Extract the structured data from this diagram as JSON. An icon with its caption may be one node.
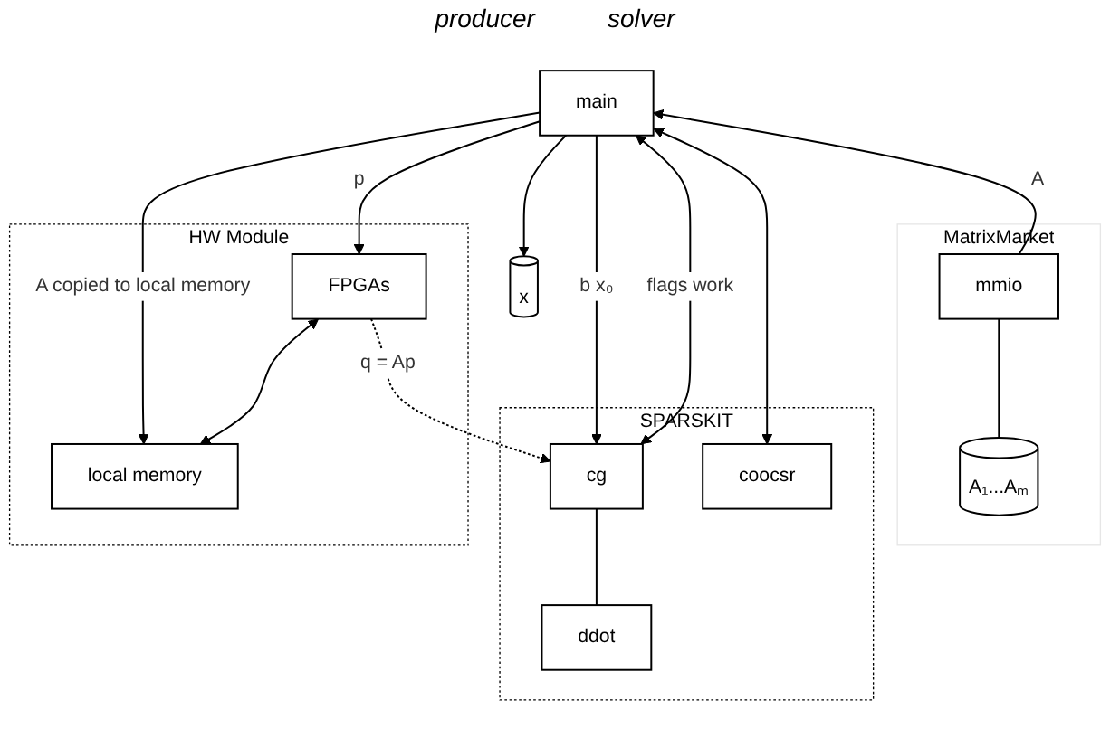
{
  "diagram": {
    "nodes": [
      {
        "text": [
          "main"
        ]
      },
      {
        "text": [
          "x"
        ]
      },
      {
        "text": [
          "MatrixMarket"
        ]
      },
      {
        "text": [
          "mmio"
        ],
        "in": 2
      },
      {
        "text": [
          "A₁...Aₘ"
        ],
        "in": 2
      },
      {
        "text": [
          "SPARSKIT"
        ]
      },
      {
        "text": [
          "coocsr"
        ],
        "in": 5
      },
      {
        "text": [
          "cg"
        ],
        "in": 5
      },
      {
        "text": [
          "ddot"
        ],
        "in": 5
      },
      {
        "text": [
          "HW Module"
        ]
      },
      {
        "text": [
          "FPGAs"
        ],
        "in": 9
      },
      {
        "text": [
          "local memory"
        ],
        "in": 9
      }
    ],
    "edges": [
      {
        "from": 3,
        "to": 0,
        "arrow": "to",
        "label": "A"
      },
      {
        "from": 0,
        "to": 6,
        "arrow": "both"
      },
      {
        "from": 0,
        "to": 1,
        "arrow": "to"
      },
      {
        "from": 0,
        "to": 7,
        "arrow": "to",
        "label": "b x₀"
      },
      {
        "from": 7,
        "to": 0,
        "arrow": "both",
        "label": "flags work"
      },
      {
        "from": 10,
        "to": 7,
        "arrow": "to",
        "label": "q = Ap",
        "style": "dashed"
      },
      {
        "from": 0,
        "to": 10,
        "arrow": "to",
        "label": "p"
      },
      {
        "from": 0,
        "to": 11,
        "arrow": "to",
        "label": "A copied to local memory"
      },
      {
        "from": 10,
        "to": 11,
        "arrow": "both"
      },
      {
        "from": 3,
        "to": 4,
        "arrow": "none"
      },
      {
        "from": 7,
        "to": 8,
        "arrow": "none"
      }
    ],
    "labels": [
      "producer",
      "solver"
    ]
  }
}
